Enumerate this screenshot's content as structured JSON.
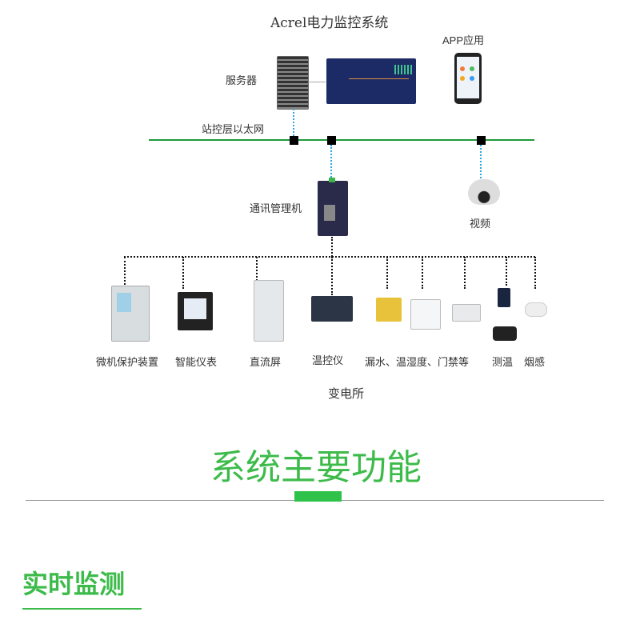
{
  "diagram": {
    "title": "Acrel电力监控系统",
    "app_label": "APP应用",
    "server_label": "服务器",
    "ethernet_label": "站控层以太网",
    "comm_manager_label": "通讯管理机",
    "video_label": "视频",
    "devices": [
      "微机保护装置",
      "智能仪表",
      "直流屏",
      "温控仪",
      "漏水、温湿度、门禁等",
      "测温",
      "烟感"
    ],
    "substation_label": "变电所"
  },
  "section": {
    "title": "系统主要功能",
    "subtitle": "实时监测"
  },
  "colors": {
    "accent": "#3dbb4a",
    "bus": "#1f9a3c",
    "link": "#2aa7e0"
  }
}
